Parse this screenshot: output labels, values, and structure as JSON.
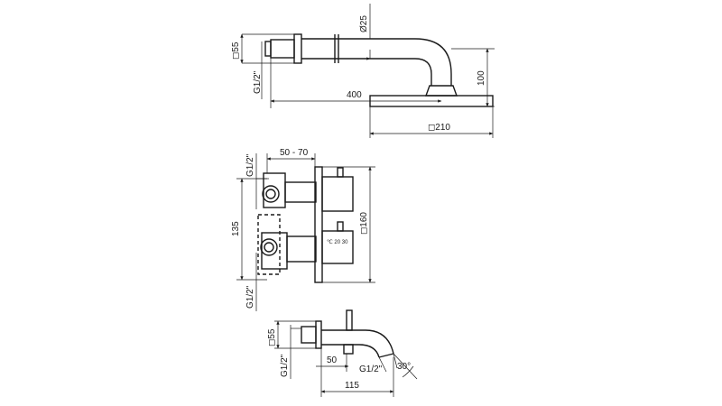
{
  "shower_arm": {
    "dim_diameter": "Ø25",
    "dim_flange": "◻55",
    "dim_thread": "G1/2\"",
    "dim_length": "400",
    "dim_drop": "100",
    "dim_head": "◻210"
  },
  "mixer": {
    "dim_thread_top": "G1/2\"",
    "dim_depth": "50 - 70",
    "dim_spacing": "135",
    "dim_plate": "◻160",
    "dim_thread_bottom": "G1/2\"",
    "temp_scale": "℃ 20 30"
  },
  "spout": {
    "dim_flange": "◻55",
    "dim_thread": "G1/2\"",
    "dim_depth": "50",
    "dim_thread_outlet": "G1/2\"",
    "dim_angle": "30°",
    "dim_length": "115"
  },
  "colors": {
    "line": "#1a1a1a",
    "background": "#ffffff"
  }
}
